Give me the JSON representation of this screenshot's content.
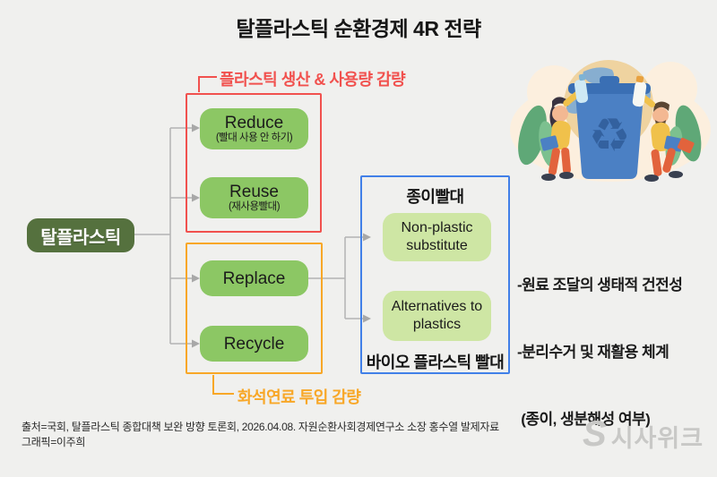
{
  "title": "탈플라스틱 순환경제 4R 전략",
  "root_node": {
    "label": "탈플라스틱"
  },
  "red_group": {
    "label": "플라스틱 생산 & 사용량 감량",
    "items": [
      {
        "title": "Reduce",
        "subtitle": "(빨대 사용 안 하기)"
      },
      {
        "title": "Reuse",
        "subtitle": "(재사용빨대)"
      }
    ]
  },
  "orange_group": {
    "label": "화석연료 투입 감량",
    "items": [
      {
        "title": "Replace"
      },
      {
        "title": "Recycle"
      }
    ]
  },
  "blue_panel": {
    "top_label": "종이빨대",
    "items": [
      {
        "title": "Non-plastic substitute"
      },
      {
        "title": "Alternatives to plastics"
      }
    ],
    "bottom_label": "바이오 플라스틱 빨대"
  },
  "side_notes": [
    "-원료 조달의 생태적 건전성",
    "-분리수거 및 재활용 체계",
    " (종이, 생분해성 여부)"
  ],
  "footer": {
    "source_line": "출처=국회, 탈플라스틱 종합대책 보완 방향 토론회, 2026.04.08. 자원순환사회경제연구소 소장 홍수열 발제자료",
    "credit_line": "그래픽=이주희"
  },
  "logo": {
    "mark": "S",
    "text": "시사위크"
  },
  "colors": {
    "background": "#f0f0ee",
    "dark_green": "#55713e",
    "box_green": "#8cc764",
    "box_light_green": "#cee6a4",
    "red": "#f1514e",
    "orange": "#f8a727",
    "blue": "#4180e8",
    "line_gray": "#b3b3b3",
    "logo_gray": "#c8c8c6"
  }
}
